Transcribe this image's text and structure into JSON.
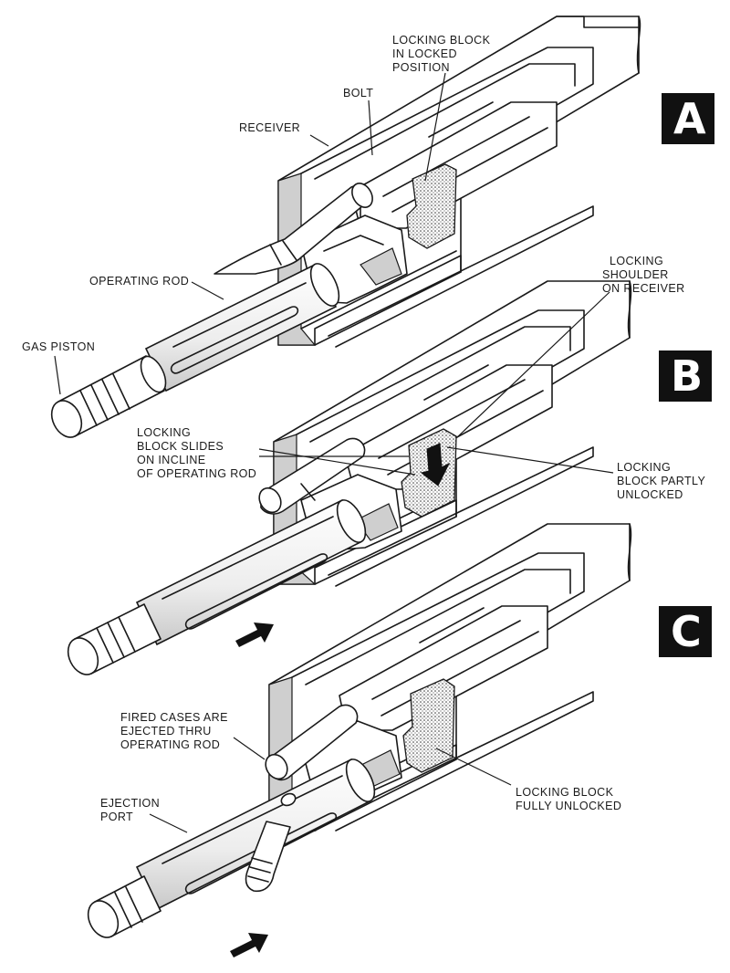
{
  "panels": {
    "a": {
      "letter": "A",
      "labels": {
        "locking_block": [
          "LOCKING BLOCK",
          "IN LOCKED",
          "POSITION"
        ],
        "bolt": "BOLT",
        "receiver": "RECEIVER",
        "operating_rod": "OPERATING ROD",
        "gas_piston": "GAS PISTON"
      }
    },
    "b": {
      "letter": "B",
      "labels": {
        "locking_shoulder": [
          "LOCKING",
          "SHOULDER",
          "ON RECEIVER"
        ],
        "locking_block_slides": [
          "LOCKING",
          "BLOCK SLIDES",
          "ON INCLINE",
          "OF OPERATING ROD"
        ],
        "locking_block_partly": [
          "LOCKING",
          "BLOCK PARTLY",
          "UNLOCKED"
        ]
      }
    },
    "c": {
      "letter": "C",
      "labels": {
        "fired_cases": [
          "FIRED CASES ARE",
          "EJECTED THRU",
          "OPERATING ROD"
        ],
        "ejection_port": [
          "EJECTION",
          "PORT"
        ],
        "locking_block_fully": [
          "LOCKING BLOCK",
          "FULLY UNLOCKED"
        ]
      }
    }
  },
  "icons": {
    "panel_badge": "black-square-badge",
    "motion_arrow": "thick-black-arrow",
    "press_arrow": "down-block-arrow"
  },
  "colors": {
    "ink": "#1a1a1a",
    "paper": "#ffffff",
    "shade": "#cfcfcf"
  }
}
